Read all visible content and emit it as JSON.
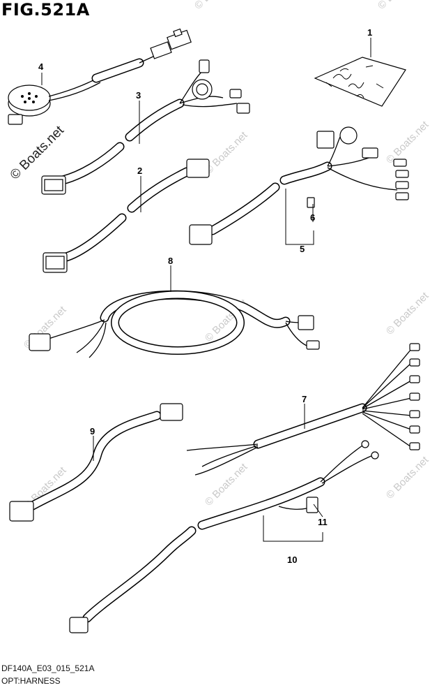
{
  "header": {
    "figure_title": "FIG.521A"
  },
  "footer": {
    "drawing_code": "DF140A_E03_015_521A",
    "section_name": "OPT:HARNESS"
  },
  "watermark": {
    "text": "© Boats.net",
    "main_text": "© Boats.net"
  },
  "callouts": [
    "1",
    "2",
    "3",
    "4",
    "5",
    "6",
    "7",
    "8",
    "9",
    "10",
    "11"
  ],
  "colors": {
    "line": "#000000",
    "background": "#ffffff",
    "watermark": "#c9c9c9"
  }
}
